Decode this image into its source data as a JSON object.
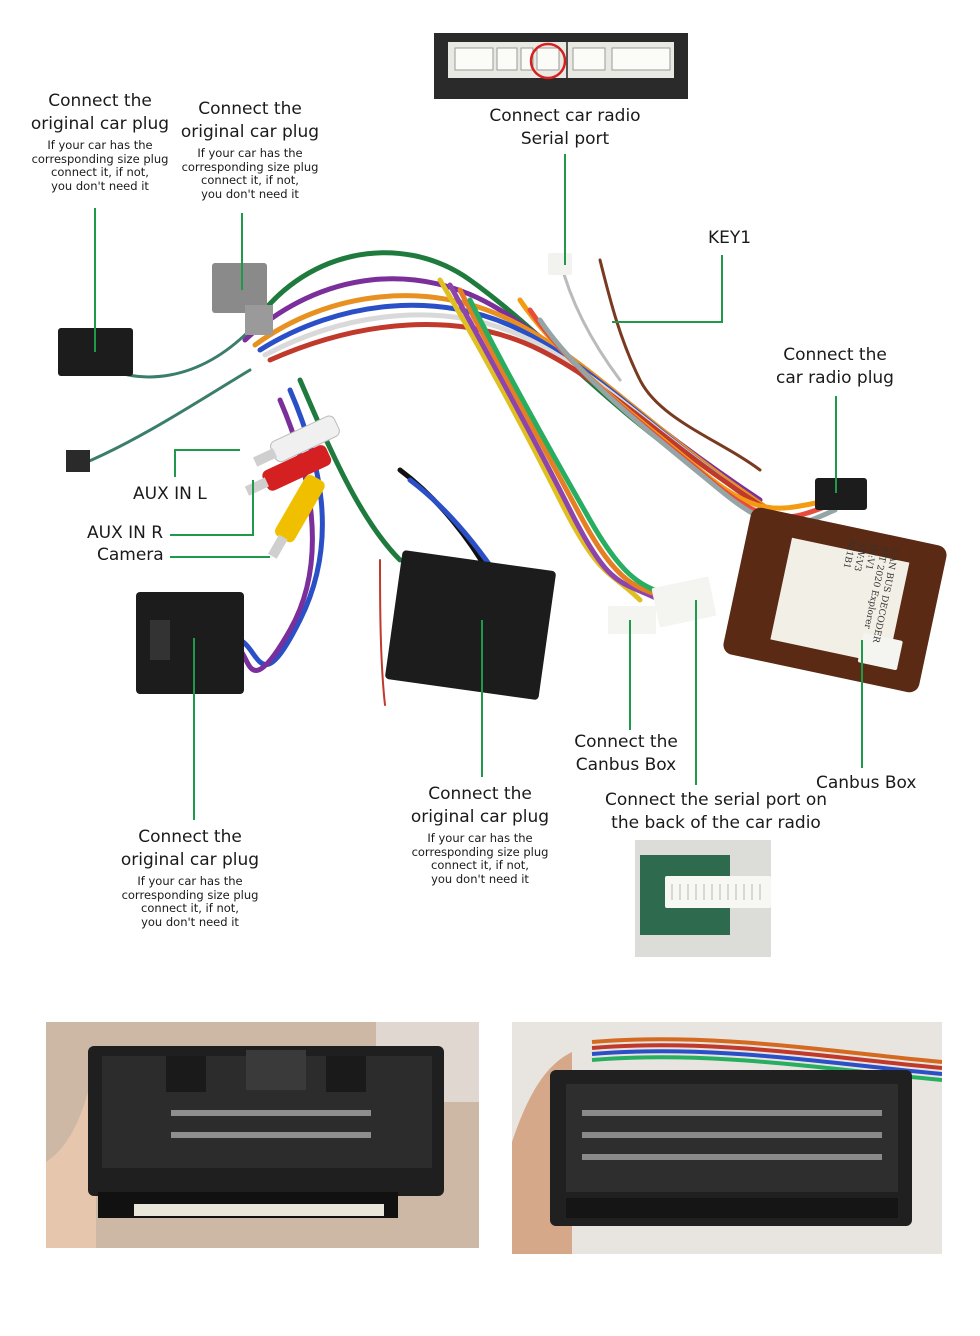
{
  "callouts": {
    "top_left": {
      "title_1": "Connect the",
      "title_2": "original car plug",
      "note_1": "If your car has the",
      "note_2": "corresponding size plug",
      "note_3": "connect it, if not,",
      "note_4": "you don't need it"
    },
    "top_mid_left": {
      "title_1": "Connect the",
      "title_2": "original car plug",
      "note_1": "If your car has the",
      "note_2": "corresponding size plug",
      "note_3": "connect it, if not,",
      "note_4": "you don't need it"
    },
    "serial_top": {
      "title_1": "Connect car radio",
      "title_2": "Serial port"
    },
    "key1": {
      "title": "KEY1"
    },
    "radio_plug": {
      "title_1": "Connect the",
      "title_2": "car radio plug"
    },
    "aux_l": {
      "title": "AUX IN L"
    },
    "aux_r": {
      "title": "AUX IN R"
    },
    "camera": {
      "title": "Camera"
    },
    "bottom_left": {
      "title_1": "Connect the",
      "title_2": "original car plug",
      "note_1": "If your car has the",
      "note_2": "corresponding size plug",
      "note_3": "connect it, if not,",
      "note_4": "you don't need it"
    },
    "bottom_mid": {
      "title_1": "Connect the",
      "title_2": "original car plug",
      "note_1": "If your car has the",
      "note_2": "corresponding size plug",
      "note_3": "connect it, if not,",
      "note_4": "you don't need it"
    },
    "canbus_conn": {
      "title_1": "Connect the",
      "title_2": "Canbus Box"
    },
    "serial_back": {
      "title_1": "Connect the serial port on",
      "title_2": "the back of the car radio"
    },
    "canbus_box": {
      "title": "Canbus Box"
    }
  },
  "canbus_label": {
    "l1": "CAN BUS DECODER",
    "l2": "FIT 2020 Explorer",
    "l3": "IN:V1",
    "l4": "SW:V3",
    "l5": "NI1B1"
  },
  "colors": {
    "leader_line": "#1f9a4b",
    "highlight_circle": "#d62020",
    "connector_black": "#1c1c1c",
    "canbus_box": "#5a2a14",
    "connector_grey": "#8a8a8a"
  }
}
